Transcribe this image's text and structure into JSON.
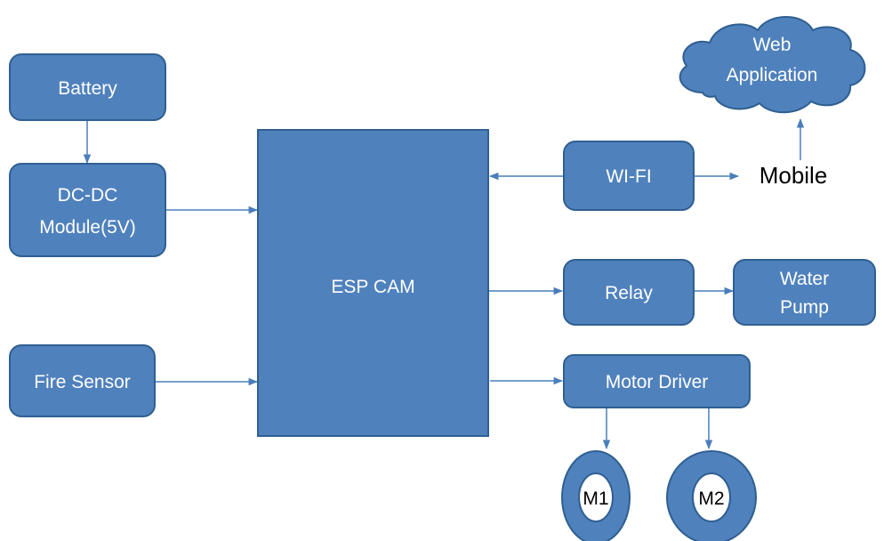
{
  "blocks": {
    "battery": {
      "label": "Battery"
    },
    "dc_dc": {
      "lines": [
        "DC-DC",
        "Module(5V)"
      ]
    },
    "fire_sensor": {
      "label": "Fire Sensor"
    },
    "esp_cam": {
      "label": "ESP CAM"
    },
    "wifi": {
      "label": "WI-FI"
    },
    "relay": {
      "label": "Relay"
    },
    "water_pump": {
      "lines": [
        "Water",
        "Pump"
      ]
    },
    "motor_driver": {
      "label": "Motor Driver"
    },
    "motor_1": {
      "label": "M1"
    },
    "motor_2": {
      "label": "M2"
    },
    "web_app": {
      "lines": [
        "Web",
        "Application"
      ]
    }
  },
  "labels": {
    "mobile": "Mobile"
  },
  "colors": {
    "block_fill": "#4f81bd",
    "block_stroke": "#2f5f91",
    "connector": "#4a7ebb",
    "block_text": "#ffffff"
  }
}
